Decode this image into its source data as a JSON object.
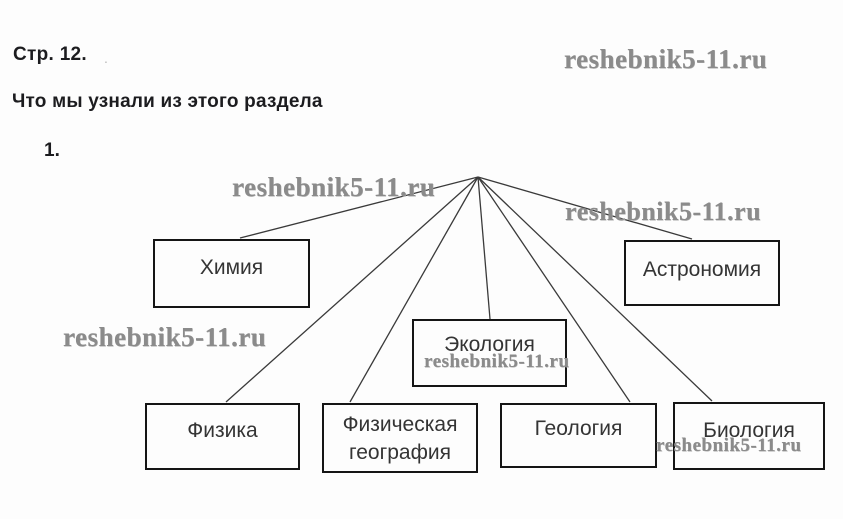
{
  "page": {
    "page_label": "Стр. 12.",
    "title": "Что мы узнали из этого раздела",
    "item_number": "1."
  },
  "watermark": {
    "text": "reshebnik5-11.ru",
    "color": "#8b8b8b"
  },
  "diagram": {
    "type": "tree",
    "boxes": [
      {
        "label": "Химия"
      },
      {
        "label": "Астрономия"
      },
      {
        "label": "Экология"
      },
      {
        "label": "Физика"
      },
      {
        "label": "Физическая география"
      },
      {
        "label": "Геология"
      },
      {
        "label": "Биология"
      }
    ]
  }
}
